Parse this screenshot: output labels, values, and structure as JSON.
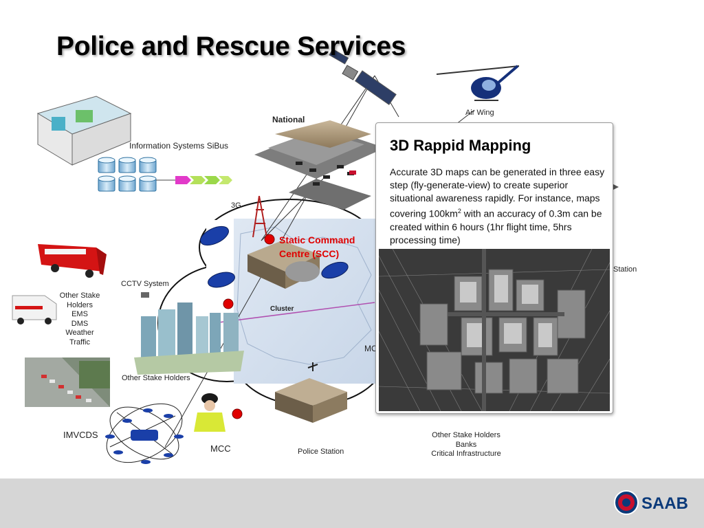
{
  "slide": {
    "title": "Police and Rescue Services"
  },
  "diagram": {
    "labels": {
      "national": "National",
      "information_systems": "Information Systems SiBus",
      "three_g": "3G",
      "air_wing": "Air Wing",
      "static_command_centre": "Static Command\nCentre (SCC)",
      "cctv_system": "CCTV System",
      "cluster": "Cluster",
      "other_stake_holders_list": "Other Stake\nHolders\nEMS\nDMS\nWeather\nTraffic",
      "other_stake_holders": "Other Stake Holders",
      "imvcds": "IMVCDS",
      "mcc_left": "MCC",
      "police_station_bottom": "Police Station",
      "other_stake_holders_right": "Other Stake Holders\nBanks\nCritical Infrastructure",
      "station_right": "Station",
      "mc_partial": "MC"
    }
  },
  "popup": {
    "title": "3D Rappid Mapping",
    "body_part1": "Accurate 3D maps can be generated in three easy step (fly-generate-view) to create superior situational awareness rapidly. For instance, maps covering 100km",
    "body_sup": "2",
    "body_part2": " with an accuracy of 0.3m can be created within 6 hours (1hr flight time, 5hrs processing time)"
  },
  "footer": {
    "logo_text": "SAAB"
  },
  "colors": {
    "accent_red": "#e00000",
    "footer_gray": "#d6d6d6",
    "police_blue": "#1a3fa8"
  }
}
